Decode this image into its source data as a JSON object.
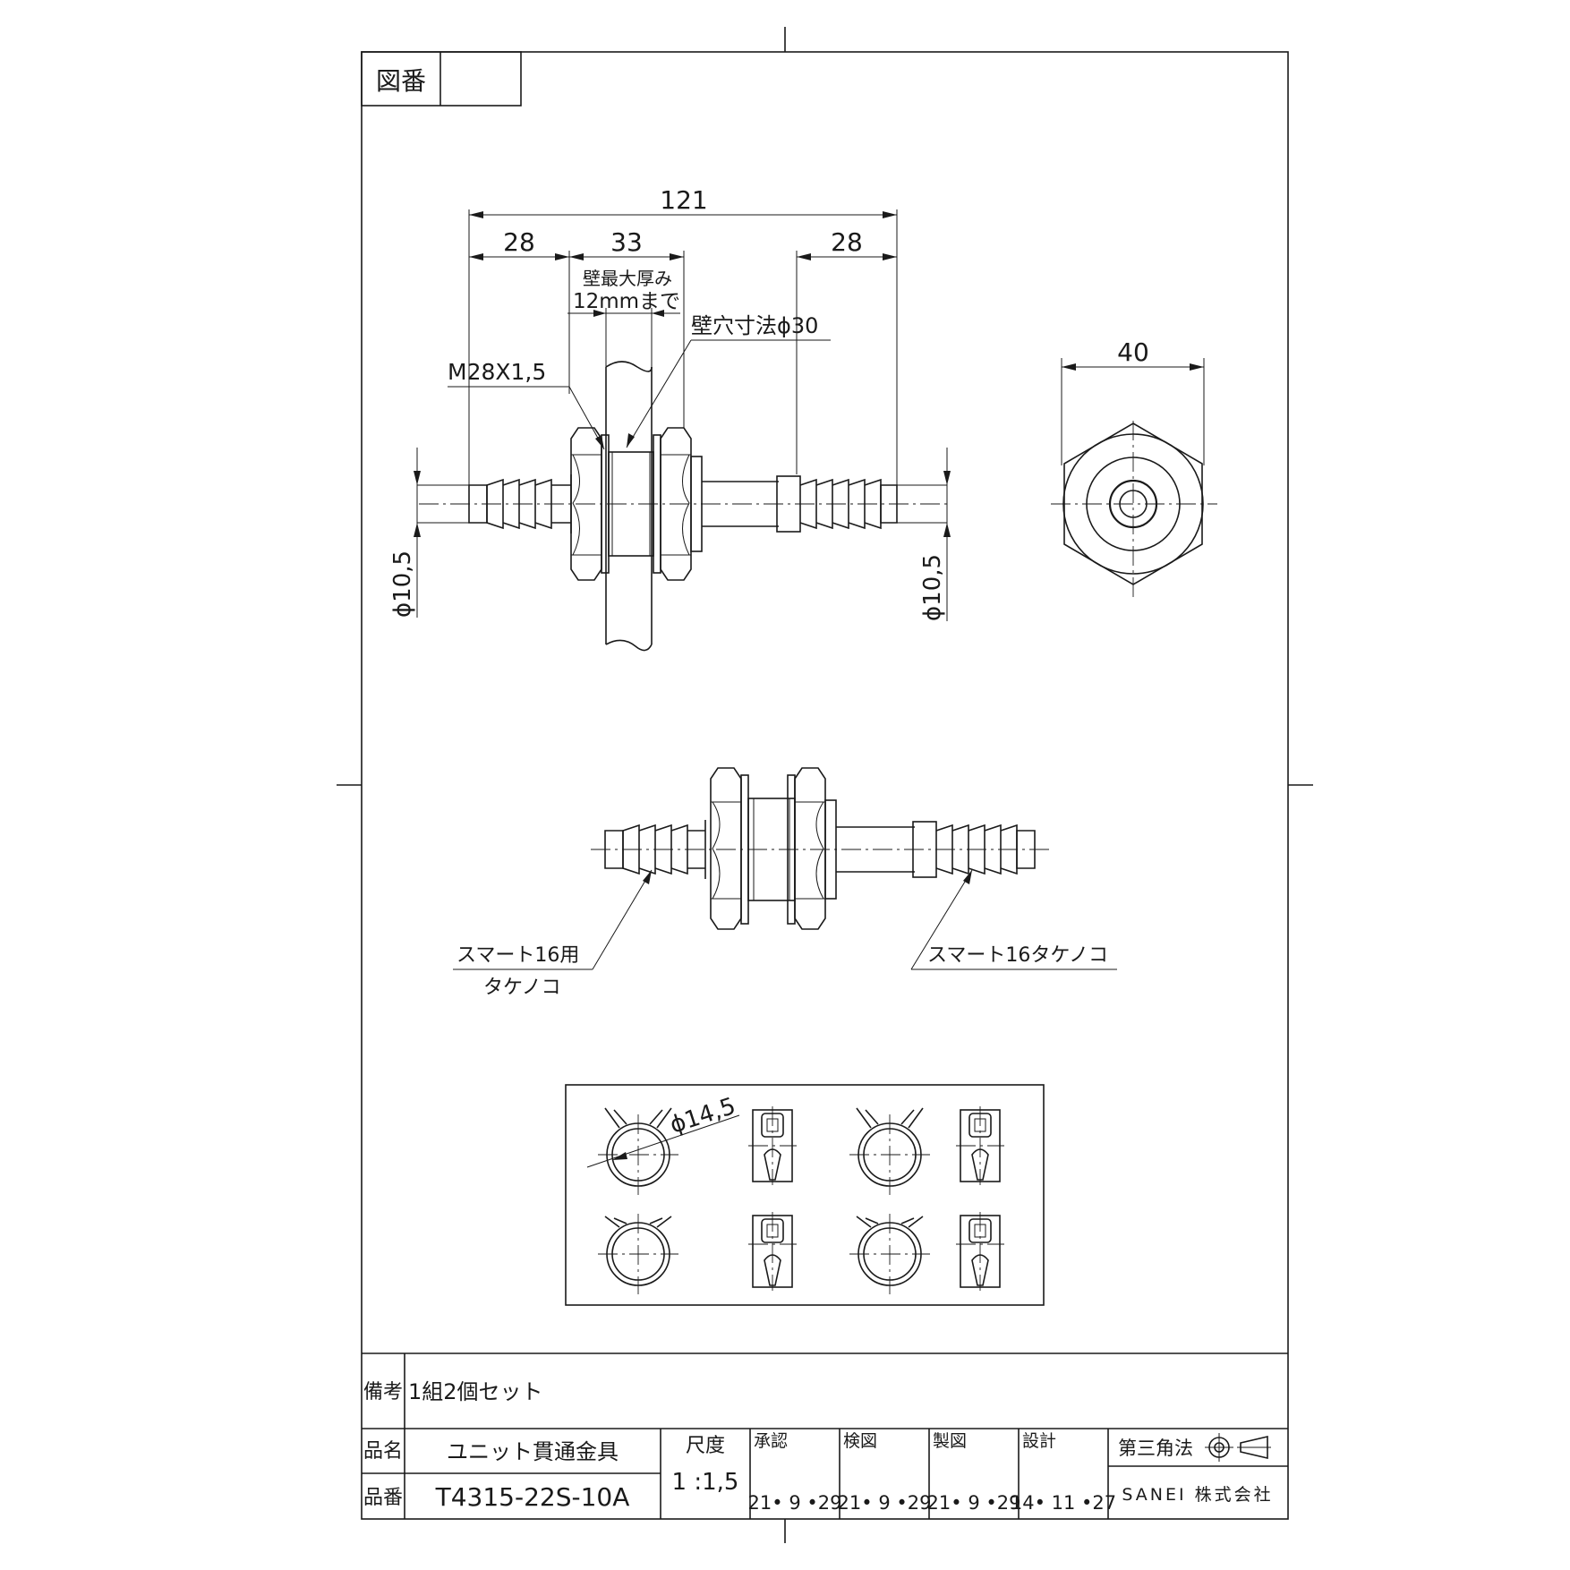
{
  "sheet": {
    "drawing_number_label": "図番",
    "drawing_number_value": ""
  },
  "dimensions": {
    "overall_length": "121",
    "left_length": "28",
    "center_length": "33",
    "right_length": "28",
    "wall_thickness_line1": "壁最大厚み",
    "wall_thickness_line2": "12mmまで",
    "wall_hole": "壁穴寸法ϕ30",
    "thread": "M28X1,5",
    "left_diameter": "ϕ10,5",
    "right_diameter": "ϕ10,5",
    "hex_width": "40",
    "clamp_diameter": "ϕ14,5"
  },
  "callouts": {
    "left_line1": "スマート16用",
    "left_line2": "タケノコ",
    "right": "スマート16タケノコ"
  },
  "title_block": {
    "remarks_label": "備考",
    "remarks_value": "1組2個セット",
    "name_label": "品名",
    "name_value": "ユニット貫通金具",
    "number_label": "品番",
    "number_value": "T4315-22S-10A",
    "scale_label": "尺度",
    "scale_value": "1 :1,5",
    "approved_label": "承認",
    "approved_date": "21• 9 •29",
    "checked_label": "検図",
    "checked_date": "21• 9 •29",
    "drawn_label": "製図",
    "drawn_date": "21• 9 •29",
    "designed_label": "設計",
    "designed_date": "14• 11 •27",
    "projection_label": "第三角法",
    "company": "SANEI 株式会社"
  }
}
